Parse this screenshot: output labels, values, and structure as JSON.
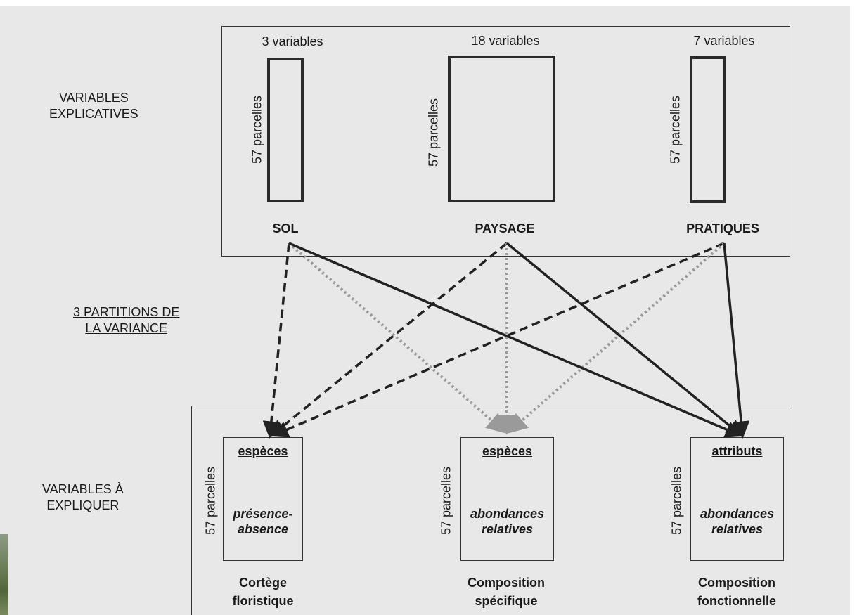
{
  "labels": {
    "explicatives_line1": "VARIABLES",
    "explicatives_line2": "EXPLICATIVES",
    "partitions_line1": "3 PARTITIONS DE",
    "partitions_line2": "LA VARIANCE",
    "expliquer_line1": "VARIABLES À",
    "expliquer_line2": "EXPLIQUER"
  },
  "explanatory": [
    {
      "count": "3 variables",
      "rows": "57 parcelles",
      "name": "SOL"
    },
    {
      "count": "18 variables",
      "rows": "57 parcelles",
      "name": "PAYSAGE"
    },
    {
      "count": "7 variables",
      "rows": "57 parcelles",
      "name": "PRATIQUES"
    }
  ],
  "response": [
    {
      "rows": "57 parcelles",
      "header": "espèces",
      "line1": "présence-",
      "line2": "absence",
      "caption1": "Cortège",
      "caption2": "floristique"
    },
    {
      "rows": "57 parcelles",
      "header": "espèces",
      "line1": "abondances",
      "line2": "relatives",
      "caption1": "Composition",
      "caption2": "spécifique"
    },
    {
      "rows": "57 parcelles",
      "header": "attributs",
      "line1": "abondances",
      "line2": "relatives",
      "caption1": "Composition",
      "caption2": "fonctionnelle"
    }
  ],
  "arrow_styles": {
    "dashed": "#222222",
    "dotted": "#9a9a9a",
    "solid": "#222222"
  }
}
